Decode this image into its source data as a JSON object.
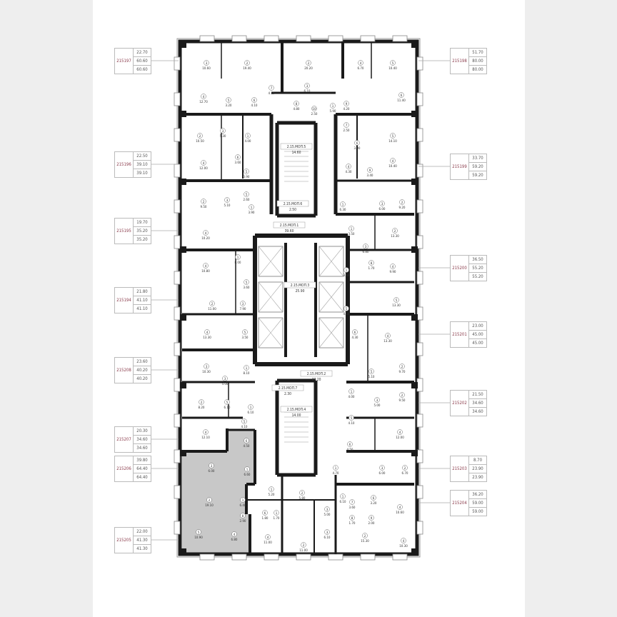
{
  "colors": {
    "wall": "#1a1a1a",
    "highlight": "#c8c8c8",
    "unit_id": "#8a3a4a",
    "line": "#aaaaaa"
  },
  "units_left": [
    {
      "id": "215197",
      "living": "22.70",
      "total": "60.60",
      "total2": "60.60"
    },
    {
      "id": "215196",
      "living": "22.50",
      "total": "39.10",
      "total2": "39.10"
    },
    {
      "id": "215195",
      "living": "19.70",
      "total": "35.20",
      "total2": "35.20"
    },
    {
      "id": "215194",
      "living": "21.80",
      "total": "41.10",
      "total2": "41.10"
    },
    {
      "id": "215208",
      "living": "23.60",
      "total": "40.20",
      "total2": "40.20"
    },
    {
      "id": "215207",
      "living": "20.30",
      "total": "34.60",
      "total2": "34.60"
    },
    {
      "id": "215206",
      "living": "39.80",
      "total": "64.40",
      "total2": "64.40",
      "highlighted": true
    },
    {
      "id": "215205",
      "living": "22.00",
      "total": "41.30",
      "total2": "41.30"
    }
  ],
  "units_right": [
    {
      "id": "215198",
      "living": "51.70",
      "total": "80.00",
      "total2": "80.00"
    },
    {
      "id": "215199",
      "living": "33.70",
      "total": "59.20",
      "total2": "59.20"
    },
    {
      "id": "215200",
      "living": "36.50",
      "total": "55.20",
      "total2": "55.20"
    },
    {
      "id": "215201",
      "living": "23.00",
      "total": "45.00",
      "total2": "45.00"
    },
    {
      "id": "215202",
      "living": "21.50",
      "total": "34.60",
      "total2": "34.60"
    },
    {
      "id": "215203",
      "living": "8.70",
      "total": "23.90",
      "total2": "23.90"
    },
    {
      "id": "215204",
      "living": "36.20",
      "total": "59.00",
      "total2": "59.00"
    }
  ],
  "common_areas": [
    {
      "code": "2.15.МОП.5",
      "area": "14.60"
    },
    {
      "code": "2.15.МОП.6",
      "area": "2.50"
    },
    {
      "code": "2.15.МОП.1",
      "area": "39.60"
    },
    {
      "code": "2.15.МОП.3",
      "area": "25.90"
    },
    {
      "code": "2.15.МОП.2",
      "area": "37.20"
    },
    {
      "code": "2.15.МОП.7",
      "area": "2.30"
    },
    {
      "code": "2.15.МОП.4",
      "area": "14.00"
    }
  ],
  "rooms": [
    {
      "n": "3",
      "a": "10.60"
    },
    {
      "n": "2",
      "a": "19.40"
    },
    {
      "n": "2",
      "a": "20.20"
    },
    {
      "n": "4",
      "a": "6.70"
    },
    {
      "n": "5",
      "a": "10.40"
    },
    {
      "n": "4",
      "a": "12.70"
    },
    {
      "n": "5",
      "a": "3.20"
    },
    {
      "n": "6",
      "a": "4.10"
    },
    {
      "n": "7",
      "a": "4.10"
    },
    {
      "n": "3",
      "a": "6.10"
    },
    {
      "n": "8",
      "a": "4.80"
    },
    {
      "n": "10",
      "a": "2.50"
    },
    {
      "n": "1",
      "a": "5.90"
    },
    {
      "n": "9",
      "a": "4.20"
    },
    {
      "n": "6",
      "a": "11.40"
    },
    {
      "n": "2",
      "a": "10.50"
    },
    {
      "n": "3",
      "a": "5.30"
    },
    {
      "n": "1",
      "a": "4.00"
    },
    {
      "n": "6",
      "a": "3.60"
    },
    {
      "n": "5",
      "a": "3.90"
    },
    {
      "n": "4",
      "a": "12.00"
    },
    {
      "n": "2",
      "a": "9.50"
    },
    {
      "n": "3",
      "a": "5.10"
    },
    {
      "n": "5",
      "a": "2.60"
    },
    {
      "n": "1",
      "a": "3.90"
    },
    {
      "n": "4",
      "a": "10.20"
    },
    {
      "n": "7",
      "a": "2.50"
    },
    {
      "n": "6",
      "a": "3.00"
    },
    {
      "n": "5",
      "a": "14.10"
    },
    {
      "n": "4",
      "a": "4.30"
    },
    {
      "n": "9",
      "a": "3.40"
    },
    {
      "n": "4",
      "a": "10.40"
    },
    {
      "n": "1",
      "a": "6.30"
    },
    {
      "n": "3",
      "a": "6.00"
    },
    {
      "n": "2",
      "a": "9.20"
    },
    {
      "n": "1",
      "a": "3.50"
    },
    {
      "n": "2",
      "a": "13.30"
    },
    {
      "n": "3",
      "a": "6.80"
    },
    {
      "n": "8",
      "a": "1.70"
    },
    {
      "n": "4",
      "a": "9.90"
    },
    {
      "n": "1",
      "a": "3.60"
    },
    {
      "n": "5",
      "a": "13.30"
    },
    {
      "n": "5",
      "a": "4.50"
    },
    {
      "n": "6",
      "a": "4.30"
    },
    {
      "n": "4",
      "a": "13.30"
    },
    {
      "n": "2",
      "a": "9.70"
    },
    {
      "n": "5",
      "a": "5.10"
    },
    {
      "n": "1",
      "a": "4.00"
    },
    {
      "n": "3",
      "a": "5.00"
    },
    {
      "n": "2",
      "a": "9.50"
    },
    {
      "n": "5",
      "a": "4.10"
    },
    {
      "n": "6",
      "a": "4.50"
    },
    {
      "n": "4",
      "a": "12.00"
    },
    {
      "n": "1",
      "a": "4.70"
    },
    {
      "n": "3",
      "a": "6.00"
    },
    {
      "n": "2",
      "a": "6.70"
    },
    {
      "n": "1",
      "a": "6.10"
    },
    {
      "n": "7",
      "a": "3.60"
    },
    {
      "n": "6",
      "a": "3.20"
    },
    {
      "n": "9",
      "a": "2.00"
    },
    {
      "n": "4",
      "a": "10.60"
    },
    {
      "n": "8",
      "a": "1.70"
    },
    {
      "n": "2",
      "a": "15.30"
    },
    {
      "n": "4",
      "a": "10.30"
    },
    {
      "n": "3",
      "a": "6.10"
    },
    {
      "n": "1",
      "a": "8.00"
    },
    {
      "n": "4",
      "a": "10.80"
    },
    {
      "n": "5",
      "a": "3.60"
    },
    {
      "n": "2",
      "a": "11.00"
    },
    {
      "n": "3",
      "a": "7.90"
    },
    {
      "n": "4",
      "a": "13.30"
    },
    {
      "n": "5",
      "a": "3.50"
    },
    {
      "n": "3",
      "a": "10.30"
    },
    {
      "n": "3",
      "a": "5.00"
    },
    {
      "n": "1",
      "a": "8.10"
    },
    {
      "n": "2",
      "a": "8.20"
    },
    {
      "n": "5",
      "a": "6.10"
    },
    {
      "n": "1",
      "a": "6.10"
    },
    {
      "n": "5",
      "a": "4.10"
    },
    {
      "n": "4",
      "a": "12.10"
    },
    {
      "n": "6",
      "a": "4.50"
    },
    {
      "n": "3",
      "a": "6.00"
    },
    {
      "n": "1",
      "a": "6.60"
    },
    {
      "n": "2",
      "a": "19.10"
    },
    {
      "n": "1",
      "a": "6.40"
    },
    {
      "n": "8",
      "a": "2.90"
    },
    {
      "n": "5",
      "a": "10.90"
    },
    {
      "n": "4",
      "a": "6.80"
    },
    {
      "n": "6",
      "a": "1.80"
    },
    {
      "n": "1",
      "a": "5.20"
    },
    {
      "n": "1",
      "a": "1.70"
    },
    {
      "n": "2",
      "a": "5.80"
    },
    {
      "n": "3",
      "a": "5.00"
    },
    {
      "n": "4",
      "a": "11.00"
    },
    {
      "n": "2",
      "a": "11.00"
    }
  ]
}
